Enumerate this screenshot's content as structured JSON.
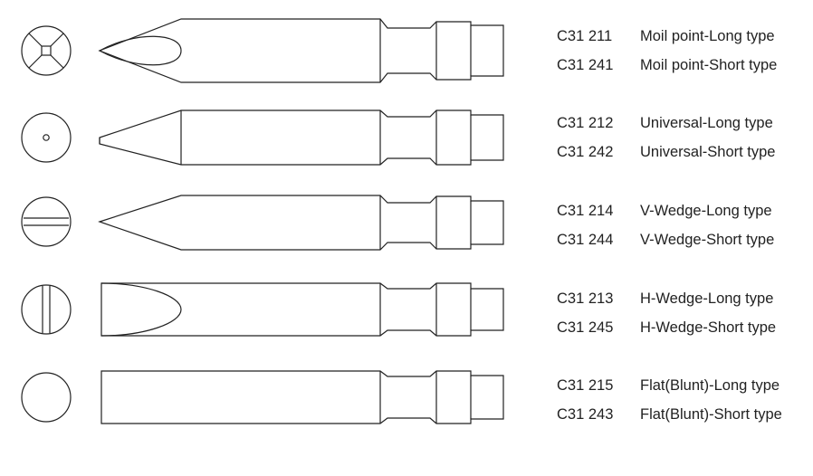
{
  "tools": [
    {
      "id": "moil-point",
      "end_icon": "cross-square-icon",
      "tip": "oval-flat",
      "variants": [
        {
          "code": "C31 211",
          "name": "Moil point-Long type"
        },
        {
          "code": "C31 241",
          "name": "Moil point-Short type"
        }
      ]
    },
    {
      "id": "universal",
      "end_icon": "center-dot-icon",
      "tip": "point",
      "variants": [
        {
          "code": "C31 212",
          "name": "Universal-Long type"
        },
        {
          "code": "C31 242",
          "name": "Universal-Short type"
        }
      ]
    },
    {
      "id": "v-wedge",
      "end_icon": "horizontal-slot-icon",
      "tip": "point",
      "variants": [
        {
          "code": "C31 214",
          "name": "V-Wedge-Long type"
        },
        {
          "code": "C31 244",
          "name": "V-Wedge-Short type"
        }
      ]
    },
    {
      "id": "h-wedge",
      "end_icon": "vertical-slot-icon",
      "tip": "oval-blunt",
      "variants": [
        {
          "code": "C31 213",
          "name": "H-Wedge-Long type"
        },
        {
          "code": "C31 245",
          "name": "H-Wedge-Short type"
        }
      ]
    },
    {
      "id": "flat-blunt",
      "end_icon": "plain-circle-icon",
      "tip": "blunt",
      "variants": [
        {
          "code": "C31 215",
          "name": "Flat(Blunt)-Long type"
        },
        {
          "code": "C31 243",
          "name": "Flat(Blunt)-Short type"
        }
      ]
    }
  ],
  "line_color": "#222222"
}
